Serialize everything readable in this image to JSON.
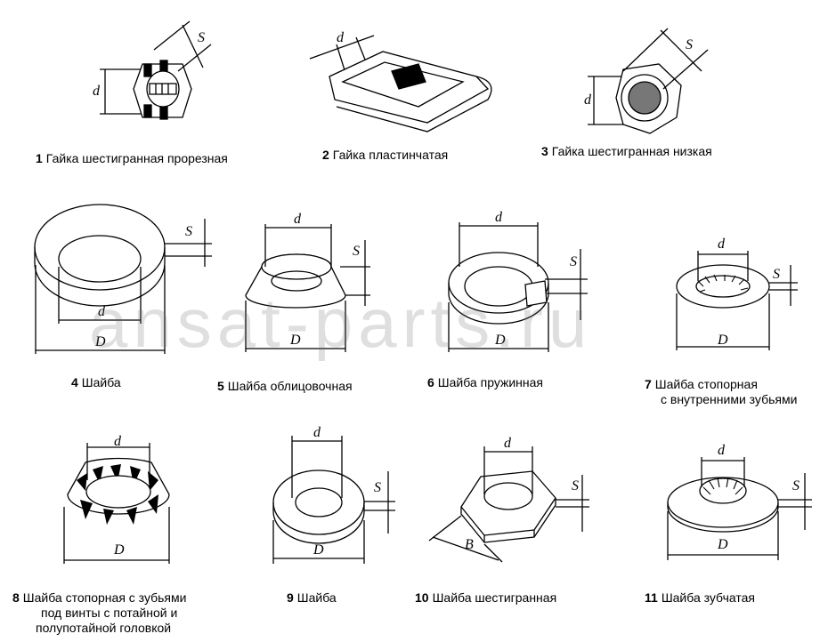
{
  "captions": [
    {
      "num": "1",
      "text": "Гайка шестигранная прорезная"
    },
    {
      "num": "2",
      "text": "Гайка пластинчатая"
    },
    {
      "num": "3",
      "text": "Гайка шестигранная низкая"
    },
    {
      "num": "4",
      "text": "Шайба"
    },
    {
      "num": "5",
      "text": "Шайба облицовочная"
    },
    {
      "num": "6",
      "text": "Шайба пружинная"
    },
    {
      "num": "7",
      "text": "Шайба стопорная",
      "line2": "с внутренними зубьями"
    },
    {
      "num": "8",
      "text": "Шайба стопорная с зубьями",
      "line2": "под винты с потайной и",
      "line3": "полупотайной головкой"
    },
    {
      "num": "9",
      "text": "Шайба"
    },
    {
      "num": "10",
      "text": "Шайба шестигранная"
    },
    {
      "num": "11",
      "text": "Шайба зубчатая"
    }
  ],
  "dims": {
    "d": "d",
    "D": "D",
    "S": "S",
    "B": "B"
  },
  "watermark": "ansat-parts.ru"
}
